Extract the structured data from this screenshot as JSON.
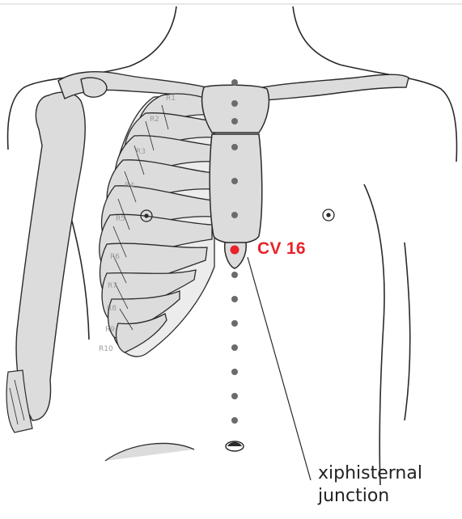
{
  "acupoint": {
    "label": "CV 16",
    "color": "#e8232a"
  },
  "landmark": {
    "line1": "xiphisternal",
    "line2": "junction"
  },
  "ribs": [
    "R1",
    "R2",
    "R3",
    "R4",
    "R5",
    "R6",
    "R7",
    "R8",
    "R9",
    "R10"
  ],
  "colors": {
    "bone": "#dcdcdc",
    "outline": "#2a2a2a",
    "meridian_dot": "#6b6b6b"
  }
}
